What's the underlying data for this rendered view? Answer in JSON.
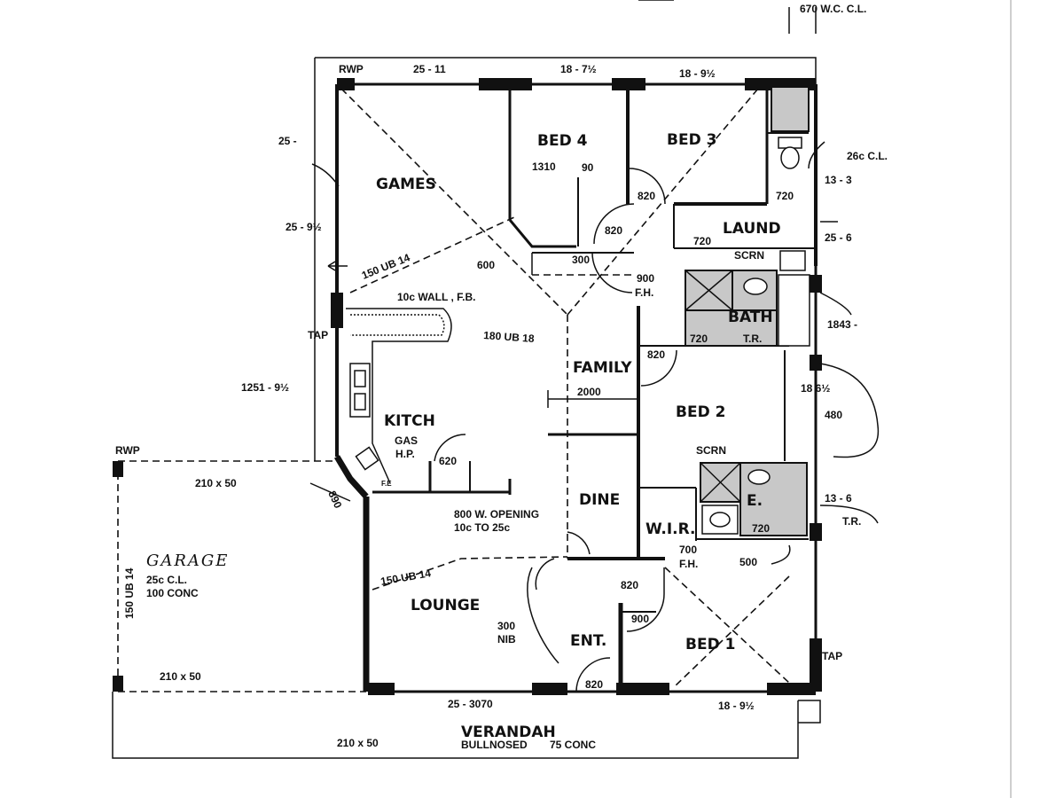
{
  "top_dims": {
    "wc_cl": "670 W.C. C.L."
  },
  "exterior_dims": {
    "rwp_top": "RWP",
    "top_1": "25 - 11",
    "top_2": "18 - 7½",
    "top_3": "18 - 9½",
    "left_1": "25 -",
    "left_2": "25 - 9½",
    "left_3": "1251 - 9½",
    "right_1": "26c C.L.",
    "right_2": "13 - 3",
    "right_3": "25 - 6",
    "right_4": "1843 -",
    "right_5": "18 6½",
    "right_6": "480",
    "right_7": "13 - 6",
    "right_8": "T.R.",
    "right_9": "500",
    "bottom_1": "25 - 3070",
    "bottom_2": "18 - 9½",
    "tap_left": "TAP",
    "tap_right": "TAP",
    "rwp_garage": "RWP"
  },
  "rooms": {
    "games": "GAMES",
    "bed4": "BED 4",
    "bed3": "BED 3",
    "laund": "LAUND",
    "bath": "BATH",
    "family": "FAMILY",
    "bed2": "BED 2",
    "kitch": "KITCH",
    "dine": "DINE",
    "wir": "W.I.R.",
    "ens": "E.",
    "lounge": "LOUNGE",
    "ent": "ENT.",
    "bed1": "BED 1",
    "garage": "GARAGE",
    "verandah": "VERANDAH"
  },
  "notes": {
    "bed4_1310": "1310",
    "bed4_90": "90",
    "d820_bed3": "820",
    "d820_hall": "820",
    "d720_wc": "720",
    "d720_laund": "720",
    "scrn_laund": "SCRN",
    "d720_bath": "720",
    "tr_bath": "T.R.",
    "ub_150_14": "150 UB 14",
    "d600": "600",
    "d300": "300",
    "fh900_a": "900",
    "fh900_b": "F.H.",
    "wall_10c": "10c WALL , F.B.",
    "ub_180_18": "180 UB 18",
    "d820_family": "820",
    "d2000": "2000",
    "gas": "GAS",
    "hp": "H.P.",
    "d620": "620",
    "fe": "F.E",
    "scrn_ens": "SCRN",
    "d720_ens": "720",
    "d890": "890",
    "garage_top": "210 x 50",
    "garage_cl": "25c C.L.",
    "garage_conc": "100 CONC",
    "garage_ub": "150 UB 14",
    "garage_bottom": "210 x 50",
    "opening_1": "800 W. OPENING",
    "opening_2": "10c TO 25c",
    "ub_lounge": "150 UB 14",
    "fh700_a": "700",
    "fh700_b": "F.H.",
    "d820_ent": "820",
    "d900_ent": "900",
    "nib_1": "300",
    "nib_2": "NIB",
    "d820_bottom": "820",
    "ver_dim": "210 x 50",
    "bullnosed": "BULLNOSED",
    "ver_conc": "75 CONC"
  }
}
